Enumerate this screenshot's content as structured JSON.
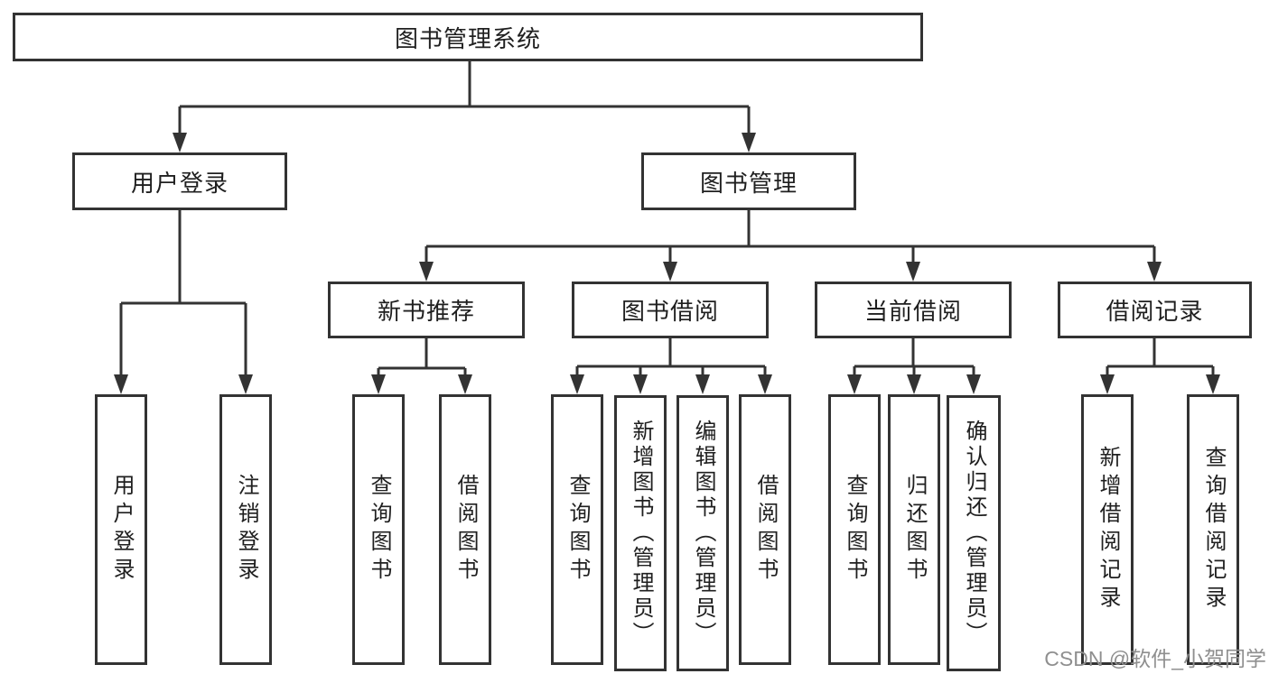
{
  "diagram": {
    "root": {
      "label": "图书管理系统"
    },
    "level1": [
      {
        "label": "用户登录",
        "leaves": [
          {
            "label": "用户登录"
          },
          {
            "label": "注销登录"
          }
        ]
      },
      {
        "label": "图书管理",
        "children": [
          {
            "label": "新书推荐",
            "leaves": [
              {
                "label": "查询图书"
              },
              {
                "label": "借阅图书"
              }
            ]
          },
          {
            "label": "图书借阅",
            "leaves": [
              {
                "label": "查询图书"
              },
              {
                "label": "新增图书（管理员）"
              },
              {
                "label": "编辑图书（管理员）"
              },
              {
                "label": "借阅图书"
              }
            ]
          },
          {
            "label": "当前借阅",
            "leaves": [
              {
                "label": "查询图书"
              },
              {
                "label": "归还图书"
              },
              {
                "label": "确认归还（管理员）"
              }
            ]
          },
          {
            "label": "借阅记录",
            "leaves": [
              {
                "label": "新增借阅记录"
              },
              {
                "label": "查询借阅记录"
              }
            ]
          }
        ]
      }
    ]
  },
  "watermark": {
    "text": "CSDN @软件_小贺同学",
    "color": "#8f8f8f"
  },
  "colors": {
    "line": "#333333",
    "background": "#ffffff"
  }
}
